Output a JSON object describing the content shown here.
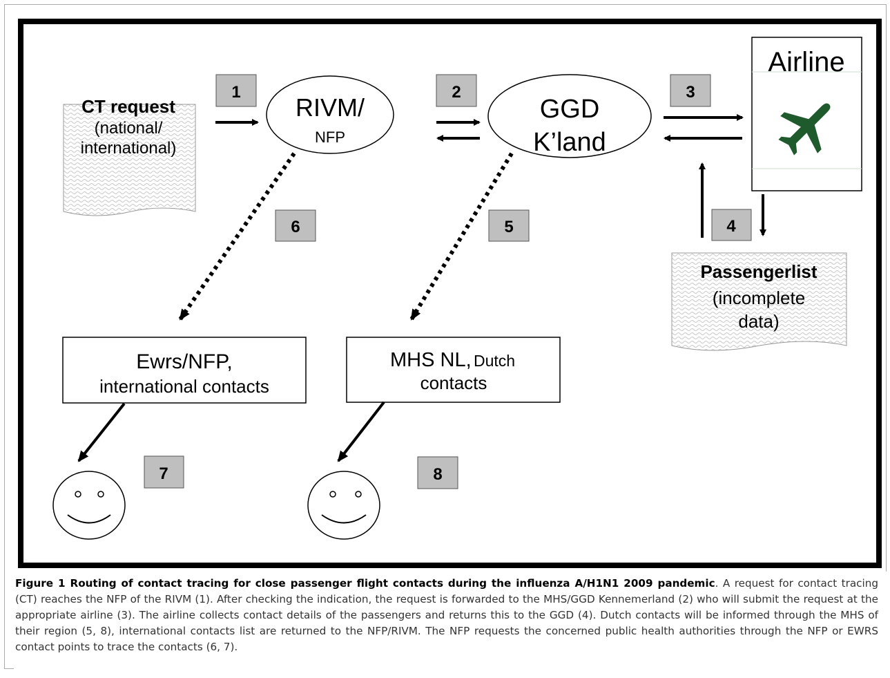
{
  "nodes": {
    "ct_request": {
      "title": "CT request",
      "line2": "(national/",
      "line3": "international)"
    },
    "rivm": {
      "line1": "RIVM/",
      "line2": "NFP"
    },
    "ggd": {
      "line1": "GGD",
      "line2": "K’land"
    },
    "airline": {
      "label": "Airline"
    },
    "passengerlist": {
      "title": "Passengerlist",
      "line2": "(incomplete",
      "line3": "data)"
    },
    "ewrs": {
      "line1": "Ewrs/NFP,",
      "line2": "international contacts"
    },
    "mhs": {
      "line1a": "MHS NL,",
      "line1b": "Dutch",
      "line2": "contacts"
    }
  },
  "steps": [
    "1",
    "2",
    "3",
    "4",
    "5",
    "6",
    "7",
    "8"
  ],
  "icons": {
    "airplane": "airplane-icon",
    "smiley": "smiley-face-icon"
  },
  "colors": {
    "airplane": "#1f5a2d",
    "step_box": "#bfbfbf",
    "document_pattern": "#c8c8c8"
  },
  "caption": {
    "title": "Figure 1 Routing of contact tracing for close passenger flight contacts during the influenza A/H1N1 2009 pandemic",
    "text": ". A request for contact tracing (CT) reaches the NFP of the RIVM (1). After checking the indication, the request is forwarded to the MHS/GGD Kennemerland (2) who will submit the request at the appropriate airline (3). The airline collects contact details of the passengers and returns this to the GGD (4). Dutch contacts will be informed through the MHS of their region (5, 8), international contacts list are returned to the NFP/RIVM. The NFP requests the concerned public health authorities through the NFP or EWRS contact points to trace the contacts (6, 7)."
  }
}
